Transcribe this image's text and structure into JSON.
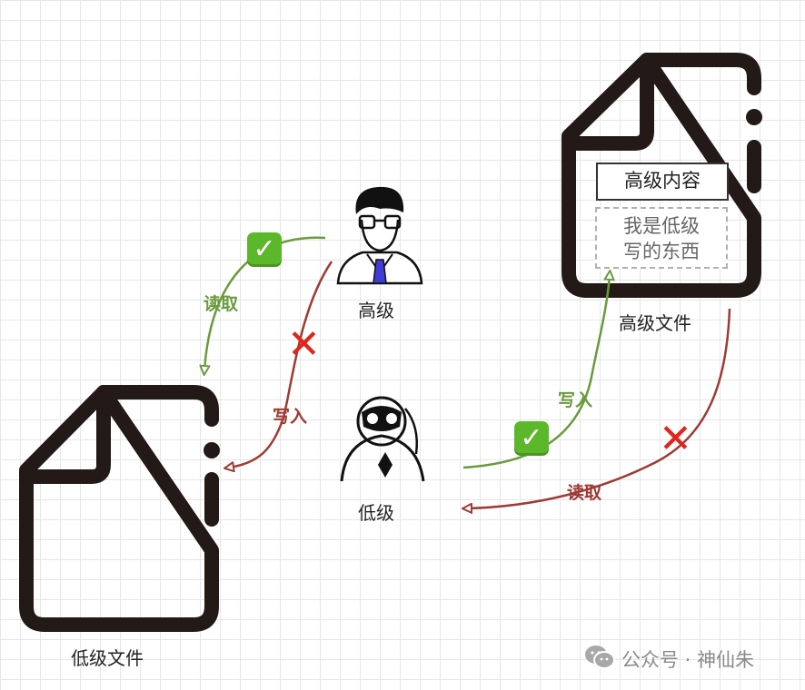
{
  "nodes": {
    "high_user": "高级",
    "low_user": "低级",
    "high_file": "高级文件",
    "low_file": "低级文件"
  },
  "high_file_content": {
    "high_box": "高级内容",
    "low_box_line1": "我是低级",
    "low_box_line2": "写的东西"
  },
  "edges": {
    "high_read_low": "读取",
    "high_write_low": "写入",
    "low_write_high": "写入",
    "low_read_high": "读取"
  },
  "marks": {
    "allowed": "✓",
    "denied": "✕"
  },
  "colors": {
    "allowed_edge": "#6a9a3e",
    "denied_edge": "#9e3a34",
    "check_bg": "#5cb82b",
    "cross": "#e0261c"
  },
  "watermark": {
    "text": "公众号 · 神仙朱",
    "icon": "wechat-icon"
  }
}
